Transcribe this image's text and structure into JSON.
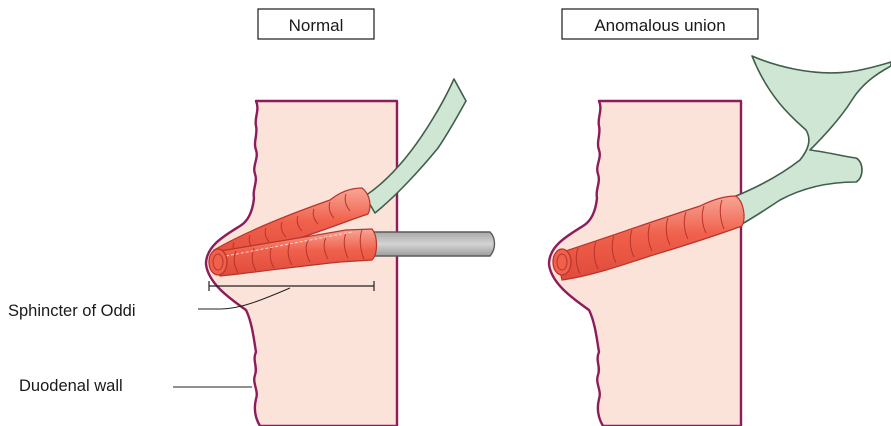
{
  "panels": {
    "normal": {
      "title": "Normal"
    },
    "anomalous": {
      "title": "Anomalous union"
    }
  },
  "labels": {
    "sphincter": "Sphincter of Oddi",
    "duodenal_wall": "Duodenal wall"
  },
  "colors": {
    "wall_fill": "#fbe3da",
    "wall_outline": "#8c1d5a",
    "duct_green": "#cfe6d5",
    "duct_green_edge": "#3f5f4a",
    "duct_grey": "#c8c8c8",
    "duct_grey_edge": "#5a5a5a",
    "sphincter_red": "#f05e4a",
    "sphincter_dark": "#b8342a",
    "leader": "#222222"
  }
}
